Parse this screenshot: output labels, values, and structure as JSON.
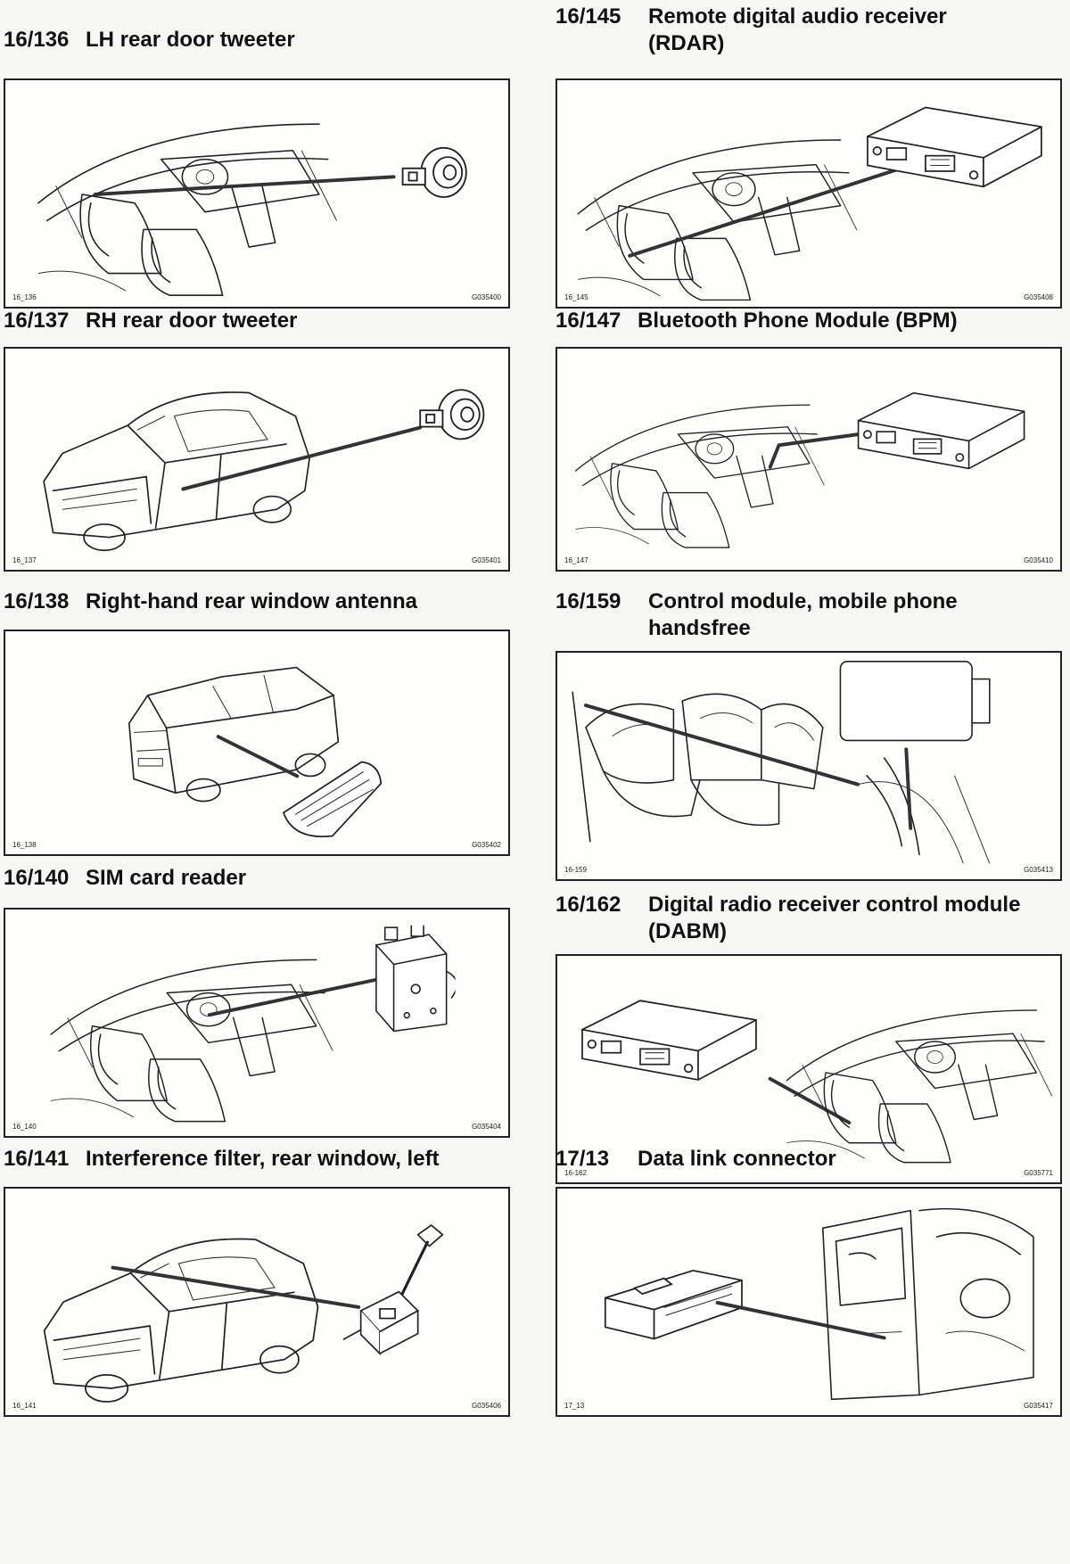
{
  "components": [
    {
      "code": "16/136",
      "title": "LH rear door tweeter",
      "fig_id": "16_136",
      "fig_ref": "G035400"
    },
    {
      "code": "16/137",
      "title": "RH rear door tweeter",
      "fig_id": "16_137",
      "fig_ref": "G035401"
    },
    {
      "code": "16/138",
      "title": "Right-hand rear window antenna",
      "fig_id": "16_138",
      "fig_ref": "G035402"
    },
    {
      "code": "16/140",
      "title": "SIM card reader",
      "fig_id": "16_140",
      "fig_ref": "G035404"
    },
    {
      "code": "16/141",
      "title": "Interference filter, rear window, left",
      "fig_id": "16_141",
      "fig_ref": "G035406"
    },
    {
      "code": "16/145",
      "title": "Remote digital audio receiver\n(RDAR)",
      "fig_id": "16_145",
      "fig_ref": "G035408"
    },
    {
      "code": "16/147",
      "title": "Bluetooth Phone Module (BPM)",
      "fig_id": "16_147",
      "fig_ref": "G035410"
    },
    {
      "code": "16/159",
      "title": "Control module, mobile phone\nhandsfree",
      "fig_id": "16-159",
      "fig_ref": "G035413"
    },
    {
      "code": "16/162",
      "title": "Digital radio receiver control module\n(DABM)",
      "fig_id": "16-162",
      "fig_ref": "G035771"
    },
    {
      "code": "17/13",
      "title": "Data link connector",
      "fig_id": "17_13",
      "fig_ref": "G035417"
    }
  ]
}
